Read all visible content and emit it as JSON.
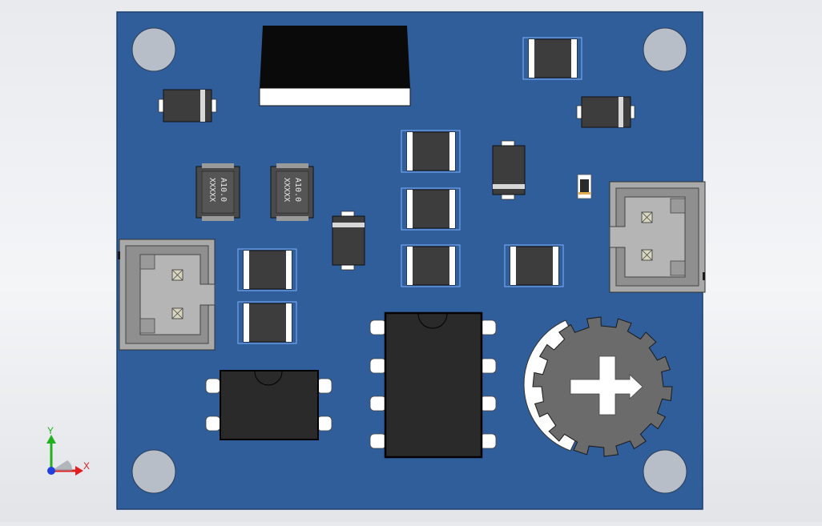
{
  "colors": {
    "background": "#eef0f3",
    "board": "#2f5e9b",
    "board_edge": "#1d3e6e",
    "mount_hole": "#b8bec7",
    "chip_body": "#2a2a2a",
    "smd_body": "#3d3d3d",
    "terminal": "#ffffff",
    "connector_housing": "#a9a9a9",
    "connector_inner": "#8f8f8f",
    "pin_square": "#d9d6bf",
    "trimmer_body": "#6b6b6b",
    "selection_outline": "#7fb2ff",
    "axis_x": "#e02020",
    "axis_y": "#20b020",
    "axis_origin": "#2040e0"
  },
  "inductor_markings": [
    {
      "line1": "A10.0",
      "line2": "XXXXX"
    },
    {
      "line1": "A10.0",
      "line2": "XXXXX"
    }
  ],
  "axis_triad": {
    "x_label": "X",
    "y_label": "Y"
  },
  "icons": {
    "triad": "xyz-axis-triad-icon",
    "trimmer_arrow": "adjust-arrow-icon"
  }
}
